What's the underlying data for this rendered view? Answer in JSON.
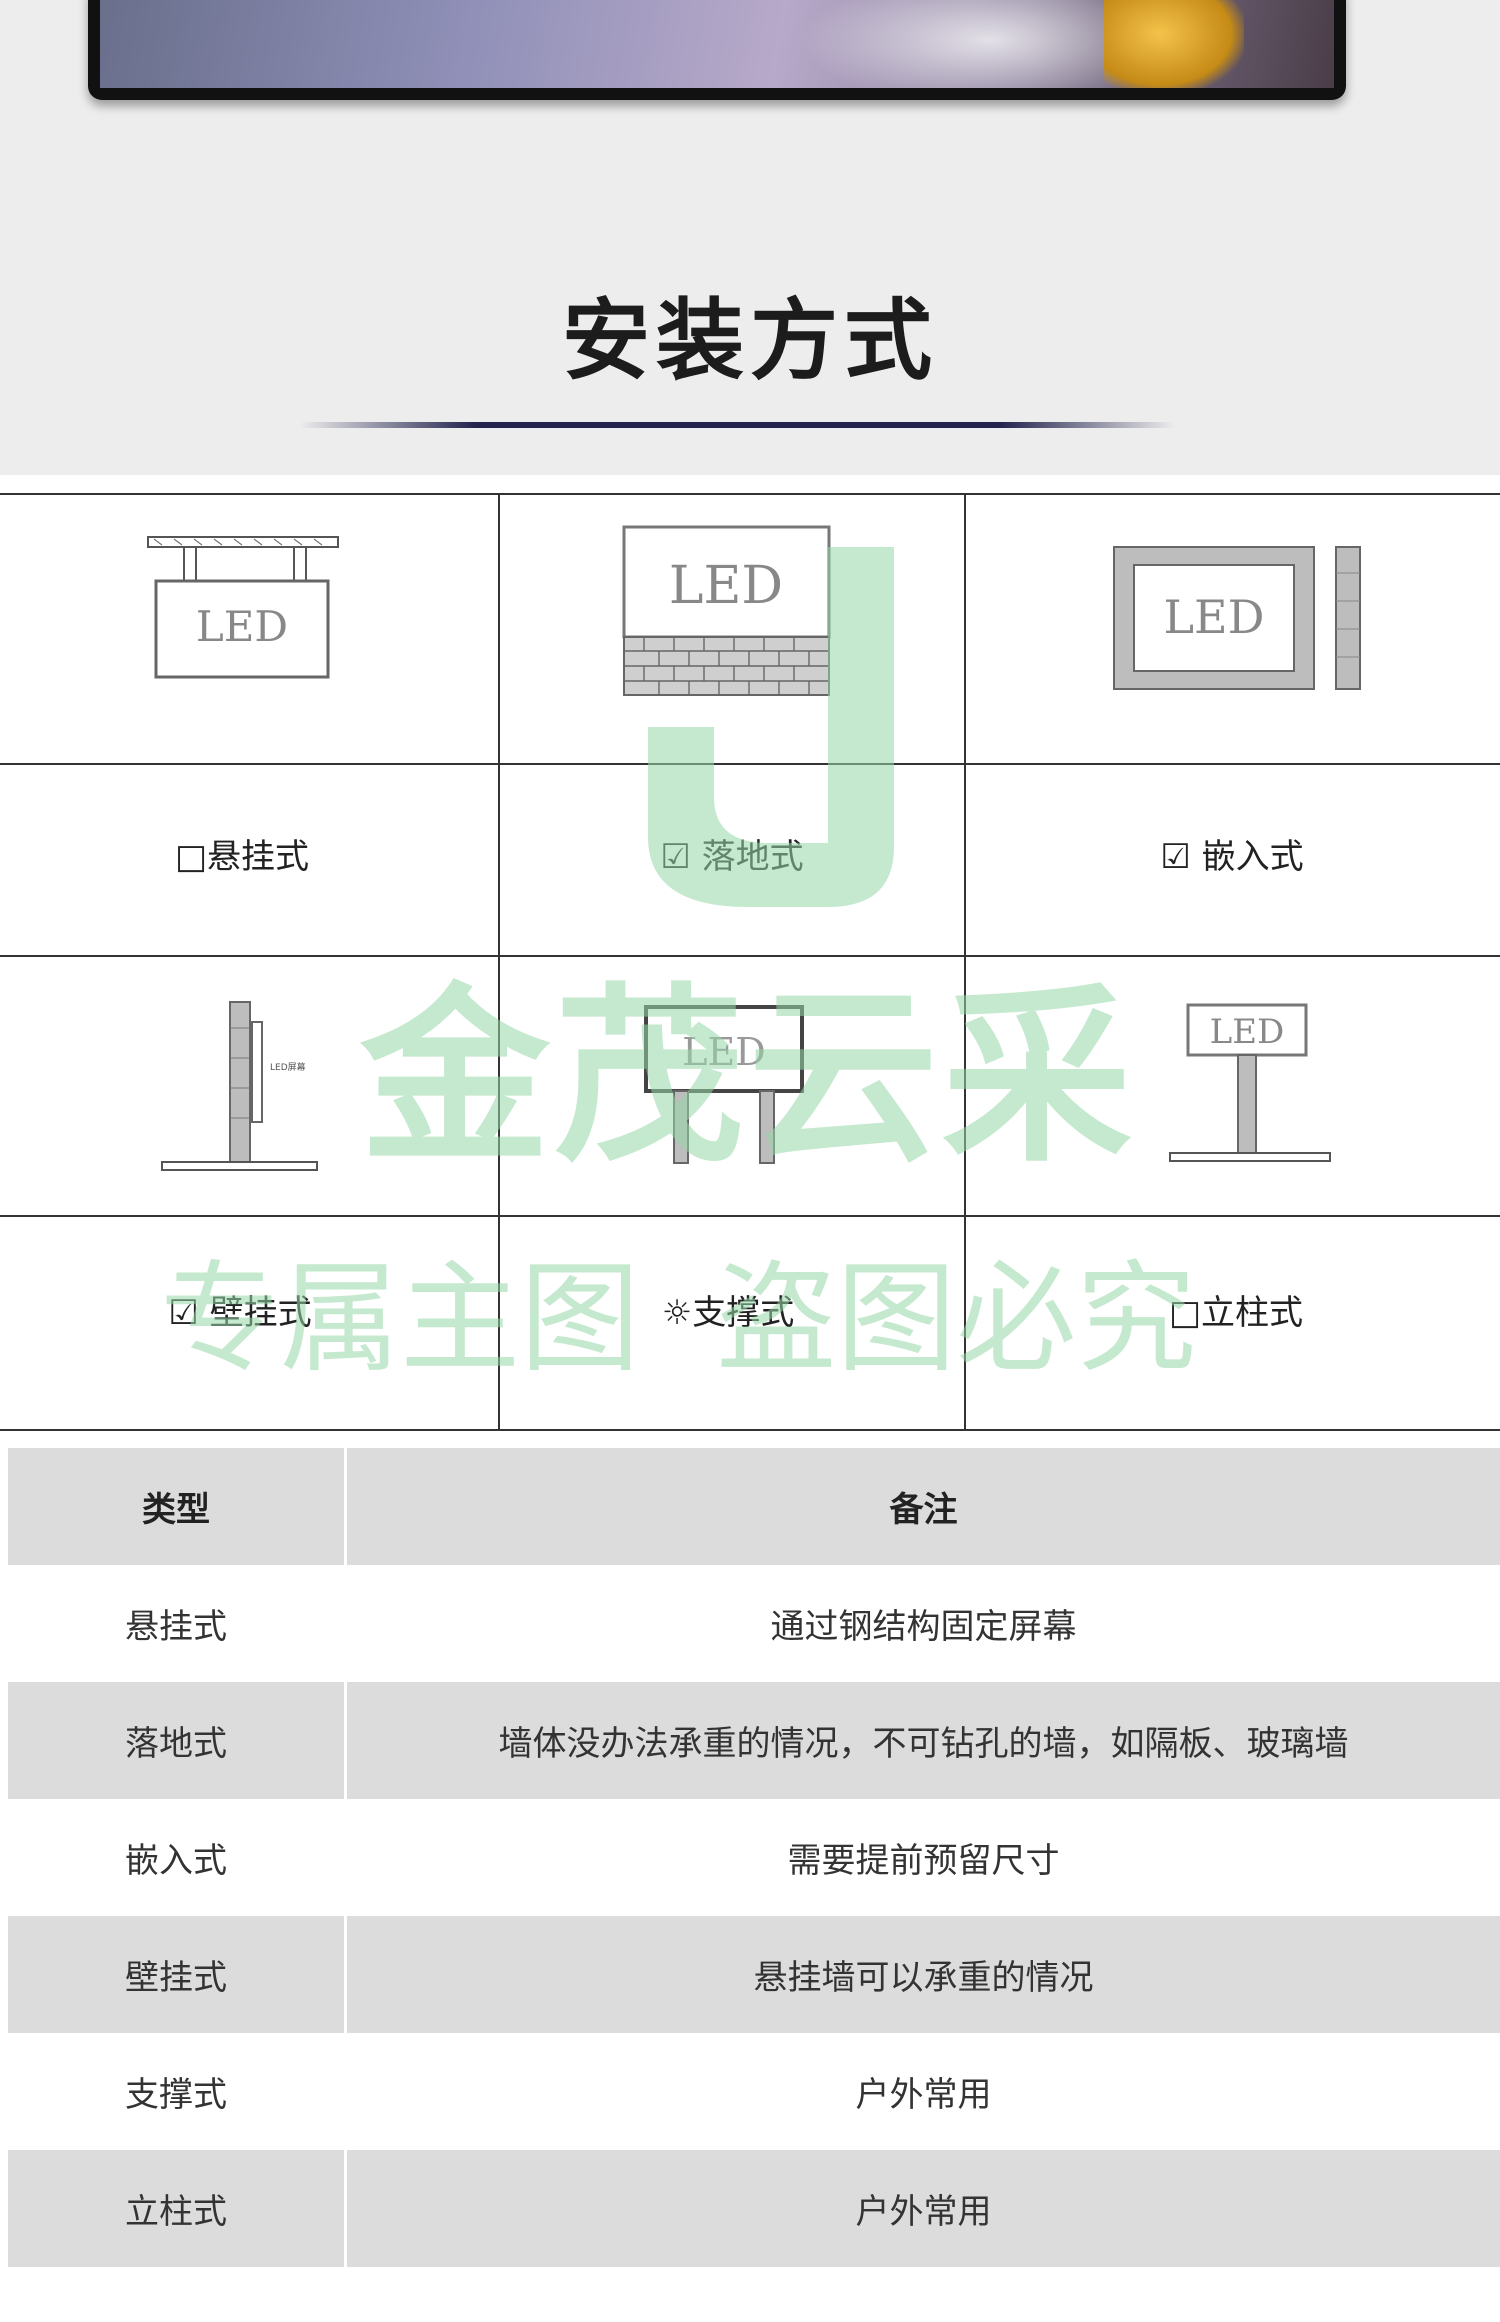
{
  "heading": "安装方式",
  "install_types": [
    {
      "label": "□悬挂式",
      "icon": "hanging-led-diagram"
    },
    {
      "label": "☑ 落地式",
      "icon": "floor-standing-led-diagram"
    },
    {
      "label": "☑ 嵌入式",
      "icon": "embedded-led-diagram"
    },
    {
      "label": "☑ 壁挂式",
      "icon": "wall-mounted-led-diagram"
    },
    {
      "label": "☼支撑式",
      "icon": "support-led-diagram"
    },
    {
      "label": "□立柱式",
      "icon": "pillar-led-diagram"
    }
  ],
  "diagram_text": {
    "led": "LED",
    "led_screen": "LED屏幕"
  },
  "watermark": {
    "brand": "金茂云采",
    "notice": "专属主图  盗图必究"
  },
  "table": {
    "headers": [
      "类型",
      "备注"
    ],
    "rows": [
      {
        "type": "悬挂式",
        "note": "通过钢结构固定屏幕"
      },
      {
        "type": "落地式",
        "note": "墙体没办法承重的情况，不可钻孔的墙，如隔板、玻璃墙"
      },
      {
        "type": "嵌入式",
        "note": "需要提前预留尺寸"
      },
      {
        "type": "壁挂式",
        "note": "悬挂墙可以承重的情况"
      },
      {
        "type": "支撑式",
        "note": "户外常用"
      },
      {
        "type": "立柱式",
        "note": "户外常用"
      }
    ]
  },
  "colors": {
    "heading": "#1c1c1c",
    "rule": "#23234e",
    "table_stripe": "#dcdcdc",
    "watermark": "#96d7a5"
  }
}
